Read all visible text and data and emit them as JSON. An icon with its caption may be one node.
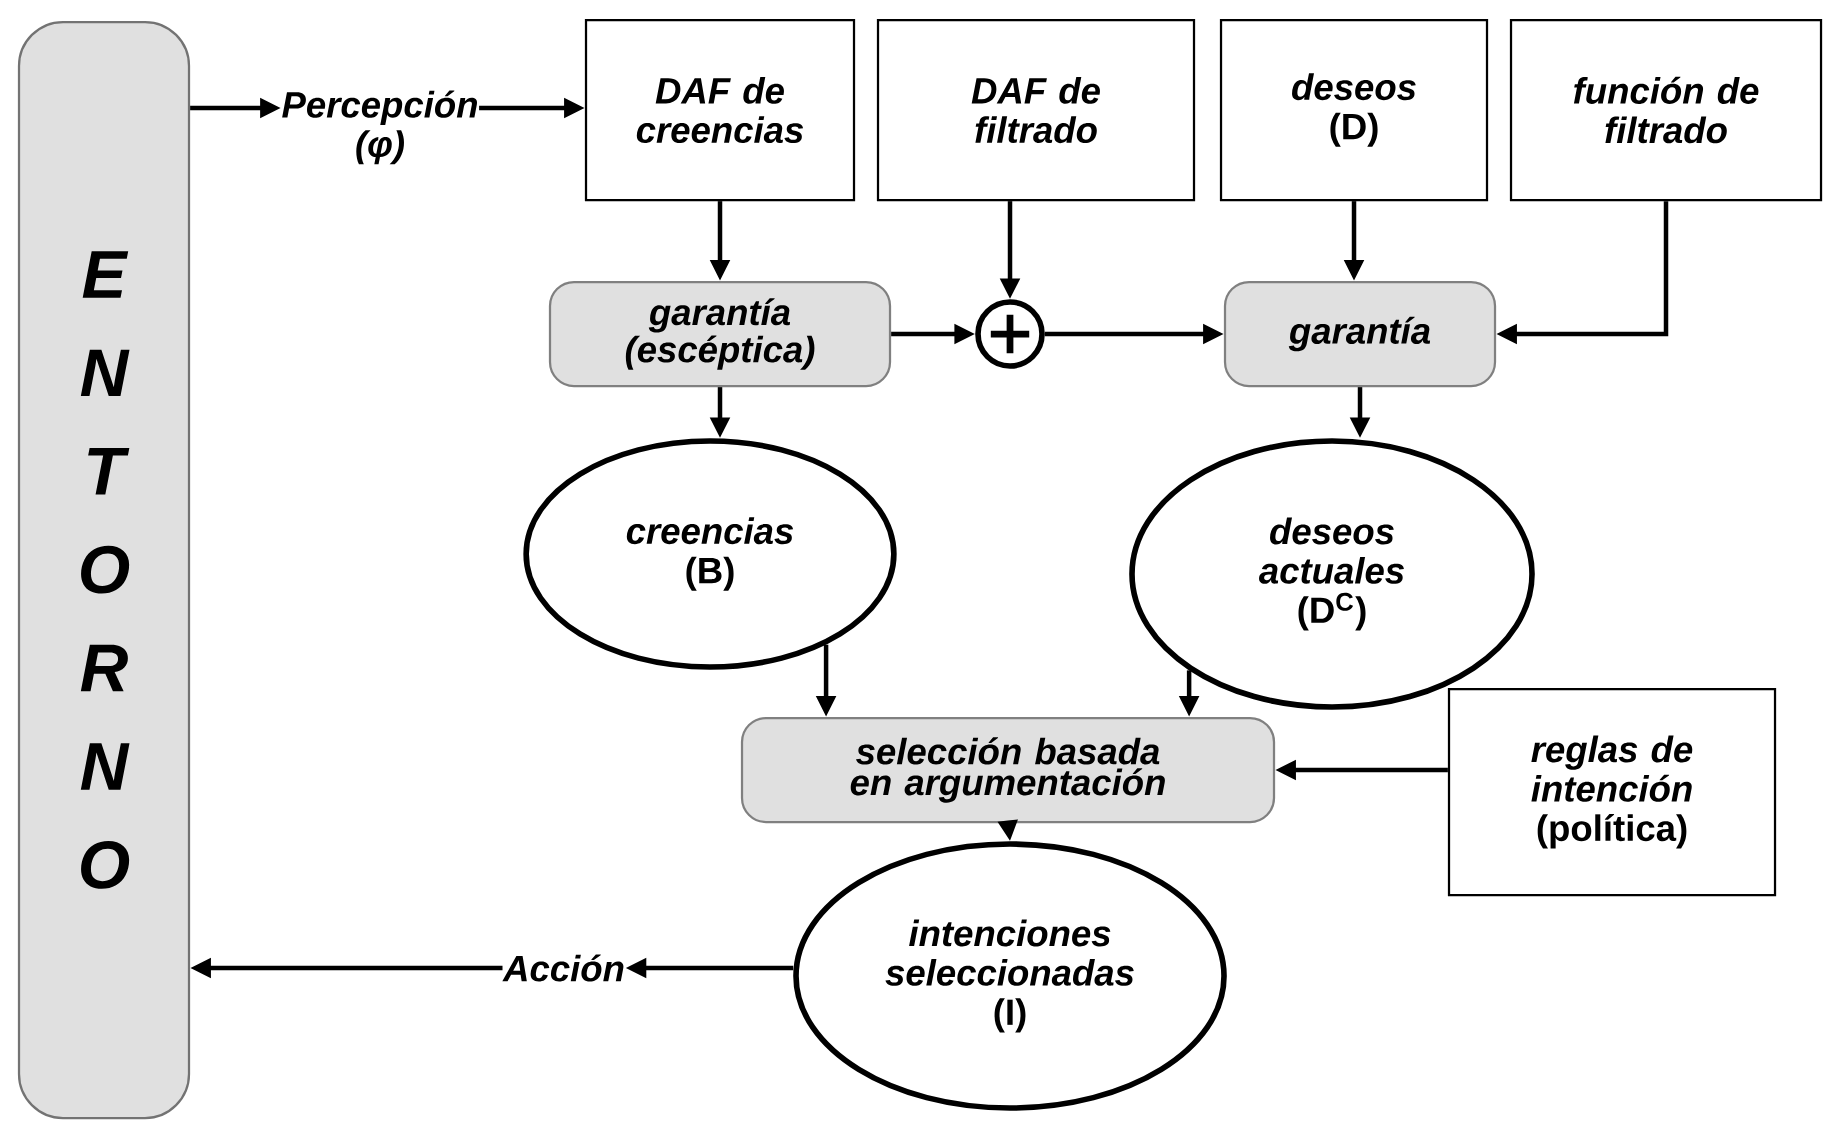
{
  "diagram": {
    "nodes": [
      {
        "text": [
          "E N T O R N O"
        ]
      },
      {
        "text": [
          "Percepción",
          "(φ)"
        ]
      },
      {
        "text": [
          "DAF de creencias"
        ]
      },
      {
        "text": [
          "DAF de filtrado"
        ]
      },
      {
        "text": [
          "deseos",
          "(D)"
        ]
      },
      {
        "text": [
          "función de filtrado"
        ]
      },
      {
        "text": [
          "garantía (escéptica)"
        ]
      },
      {
        "text": [],
        "shape": "circle"
      },
      {
        "text": [
          "garantía"
        ]
      },
      {
        "text": [
          "creencias",
          "(B)"
        ]
      },
      {
        "text": [
          "deseos actuales",
          "(D$^{C}$)"
        ]
      },
      {
        "text": [
          "selección basada en argumentación"
        ]
      },
      {
        "text": [
          "reglas de intención",
          "(política)"
        ]
      },
      {
        "text": [
          "intenciones seleccionadas",
          "(I)"
        ]
      },
      {
        "text": [
          "Acción"
        ]
      }
    ],
    "edges": [
      {
        "from": 0,
        "to": 1,
        "arrow": "to"
      },
      {
        "from": 1,
        "to": 2,
        "arrow": "to"
      },
      {
        "from": 2,
        "to": 6,
        "arrow": "to"
      },
      {
        "from": 3,
        "to": 7,
        "arrow": "to"
      },
      {
        "from": 6,
        "to": 7,
        "arrow": "to"
      },
      {
        "from": 7,
        "to": 8,
        "arrow": "to"
      },
      {
        "from": 4,
        "to": 8,
        "arrow": "to"
      },
      {
        "from": 5,
        "to": 8,
        "arrow": "to"
      },
      {
        "from": 6,
        "to": 9,
        "arrow": "to"
      },
      {
        "from": 8,
        "to": 10,
        "arrow": "to"
      },
      {
        "from": 9,
        "to": 11,
        "arrow": "to"
      },
      {
        "from": 10,
        "to": 11,
        "arrow": "to"
      },
      {
        "from": 12,
        "to": 11,
        "arrow": "to"
      },
      {
        "from": 11,
        "to": 13,
        "arrow": "to"
      },
      {
        "from": 13,
        "to": 14,
        "arrow": "to"
      },
      {
        "from": 14,
        "to": 0,
        "arrow": "to"
      }
    ]
  }
}
